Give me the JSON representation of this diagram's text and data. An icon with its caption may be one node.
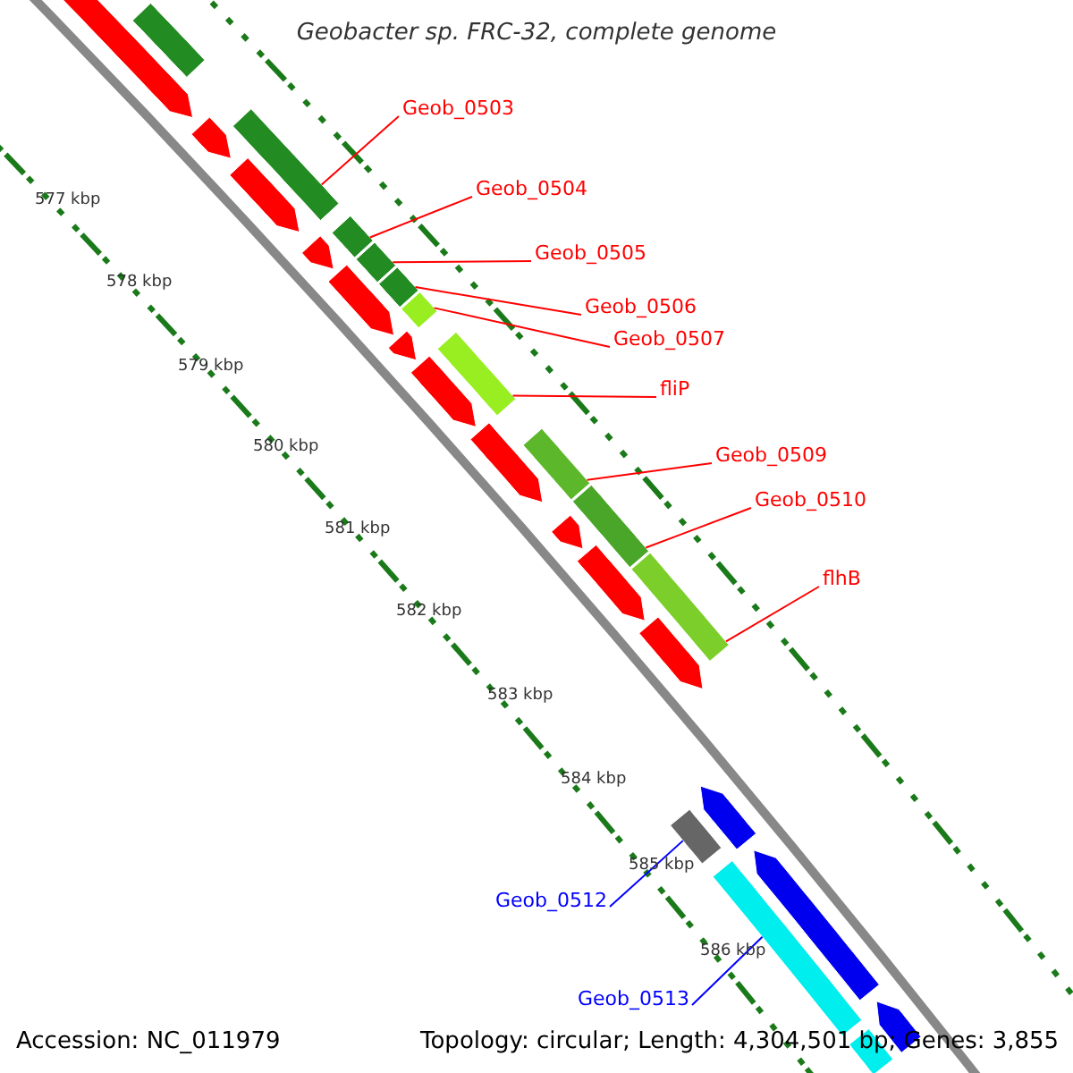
{
  "diagram": {
    "title": "Geobacter sp. FRC-32, complete genome",
    "nodes": [
      {
        "text": [
          "Geob_0503"
        ]
      },
      {
        "text": [
          "Geob_0504"
        ]
      },
      {
        "text": [
          "Geob_0505"
        ]
      },
      {
        "text": [
          "Geob_0506"
        ]
      },
      {
        "text": [
          "Geob_0507"
        ]
      },
      {
        "text": [
          "fliP"
        ]
      },
      {
        "text": [
          "Geob_0509"
        ]
      },
      {
        "text": [
          "Geob_0510"
        ]
      },
      {
        "text": [
          "flhB"
        ]
      },
      {
        "text": [
          "Geob_0512"
        ]
      },
      {
        "text": [
          "Geob_0513"
        ]
      },
      {
        "text": [],
        "shape": "bar"
      },
      {
        "text": [],
        "shape": "bar"
      },
      {
        "text": [],
        "shape": "bar"
      },
      {
        "text": [],
        "shape": "bar"
      },
      {
        "text": [],
        "shape": "bar"
      },
      {
        "text": [],
        "shape": "bar"
      },
      {
        "text": [],
        "shape": "bar"
      },
      {
        "text": [],
        "shape": "bar"
      },
      {
        "text": [],
        "shape": "bar"
      },
      {
        "text": [],
        "shape": "bar"
      },
      {
        "text": [],
        "shape": "bar"
      },
      {
        "text": [],
        "shape": "bar"
      },
      {
        "text": [],
        "shape": "bar"
      },
      {
        "text": [],
        "shape": "bar"
      },
      {
        "text": [],
        "shape": "bar"
      },
      {
        "text": [],
        "shape": "bar"
      },
      {
        "text": [],
        "shape": "bar"
      },
      {
        "text": [],
        "shape": "bar"
      },
      {
        "text": [],
        "shape": "bar"
      },
      {
        "text": [],
        "shape": "bar"
      },
      {
        "text": [],
        "shape": "bar"
      },
      {
        "text": [],
        "shape": "bar"
      },
      {
        "text": [],
        "shape": "bar"
      },
      {
        "text": [],
        "shape": "bar"
      },
      {
        "text": [],
        "shape": "bar"
      },
      {
        "text": [],
        "shape": "bar"
      },
      {
        "text": [],
        "shape": "bar"
      }
    ],
    "edges": [
      {
        "from": 0,
        "to": 23,
        "arrow": "none"
      },
      {
        "from": 1,
        "to": 24,
        "arrow": "none"
      },
      {
        "from": 2,
        "to": 25,
        "arrow": "none"
      },
      {
        "from": 3,
        "to": 26,
        "arrow": "none"
      },
      {
        "from": 4,
        "to": 27,
        "arrow": "none"
      },
      {
        "from": 5,
        "to": 28,
        "arrow": "none"
      },
      {
        "from": 6,
        "to": 29,
        "arrow": "none"
      },
      {
        "from": 7,
        "to": 30,
        "arrow": "none"
      },
      {
        "from": 8,
        "to": 31,
        "arrow": "none"
      },
      {
        "from": 9,
        "to": 35,
        "arrow": "none",
        "color": "#0000ff"
      },
      {
        "from": 10,
        "to": 36,
        "arrow": "none",
        "color": "#0000ff"
      }
    ],
    "labels": [
      "577 kbp",
      "578 kbp",
      "579 kbp",
      "580 kbp",
      "581 kbp",
      "582 kbp",
      "583 kbp",
      "584 kbp",
      "585 kbp",
      "586 kbp",
      "Accession: NC_011979",
      "Topology: circular; Length: 4,304,501 bp; Genes: 3,855"
    ]
  }
}
